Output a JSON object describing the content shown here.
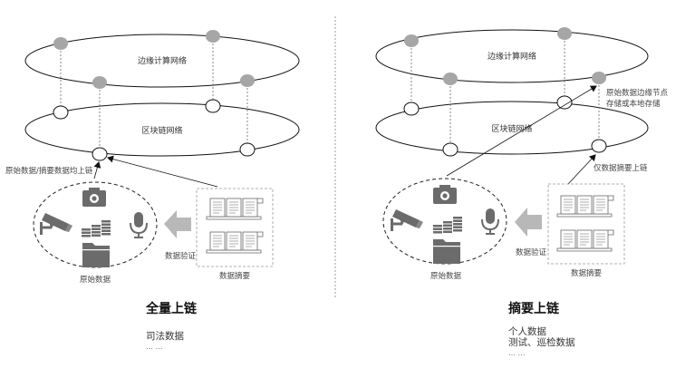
{
  "left_panel": {
    "edge_network_label": "边缘计算网络",
    "blockchain_network_label": "区块链网络",
    "upload_label": "原始数据/摘要数据均上链",
    "raw_data_label": "原始数据",
    "data_verify_label": "数据验证",
    "data_digest_label": "数据摘要",
    "title": "全量上链",
    "examples": [
      "司法数据",
      "… …"
    ]
  },
  "right_panel": {
    "edge_network_label": "边缘计算网络",
    "blockchain_network_label": "区块链网络",
    "edge_storage_label_line1": "原始数据边缘节点",
    "edge_storage_label_line2": "存储或本地存储",
    "digest_upload_label": "仅数据摘要上链",
    "raw_data_label": "原始数据",
    "data_verify_label": "数据验证",
    "data_digest_label": "数据摘要",
    "title": "摘要上链",
    "examples": [
      "个人数据",
      "测试、巡检数据",
      "… …"
    ]
  },
  "icons": [
    "camera-icon",
    "surveillance-camera-icon",
    "coins-icon",
    "microphone-icon",
    "folder-icon",
    "document-digest-icon",
    "left-arrow-icon"
  ],
  "colors": {
    "edge_node": "#a6a6a6",
    "icon_gray": "#6b6b6b",
    "arrow_gray": "#b8b8b8",
    "line": "#111111",
    "dashed": "#888888"
  }
}
